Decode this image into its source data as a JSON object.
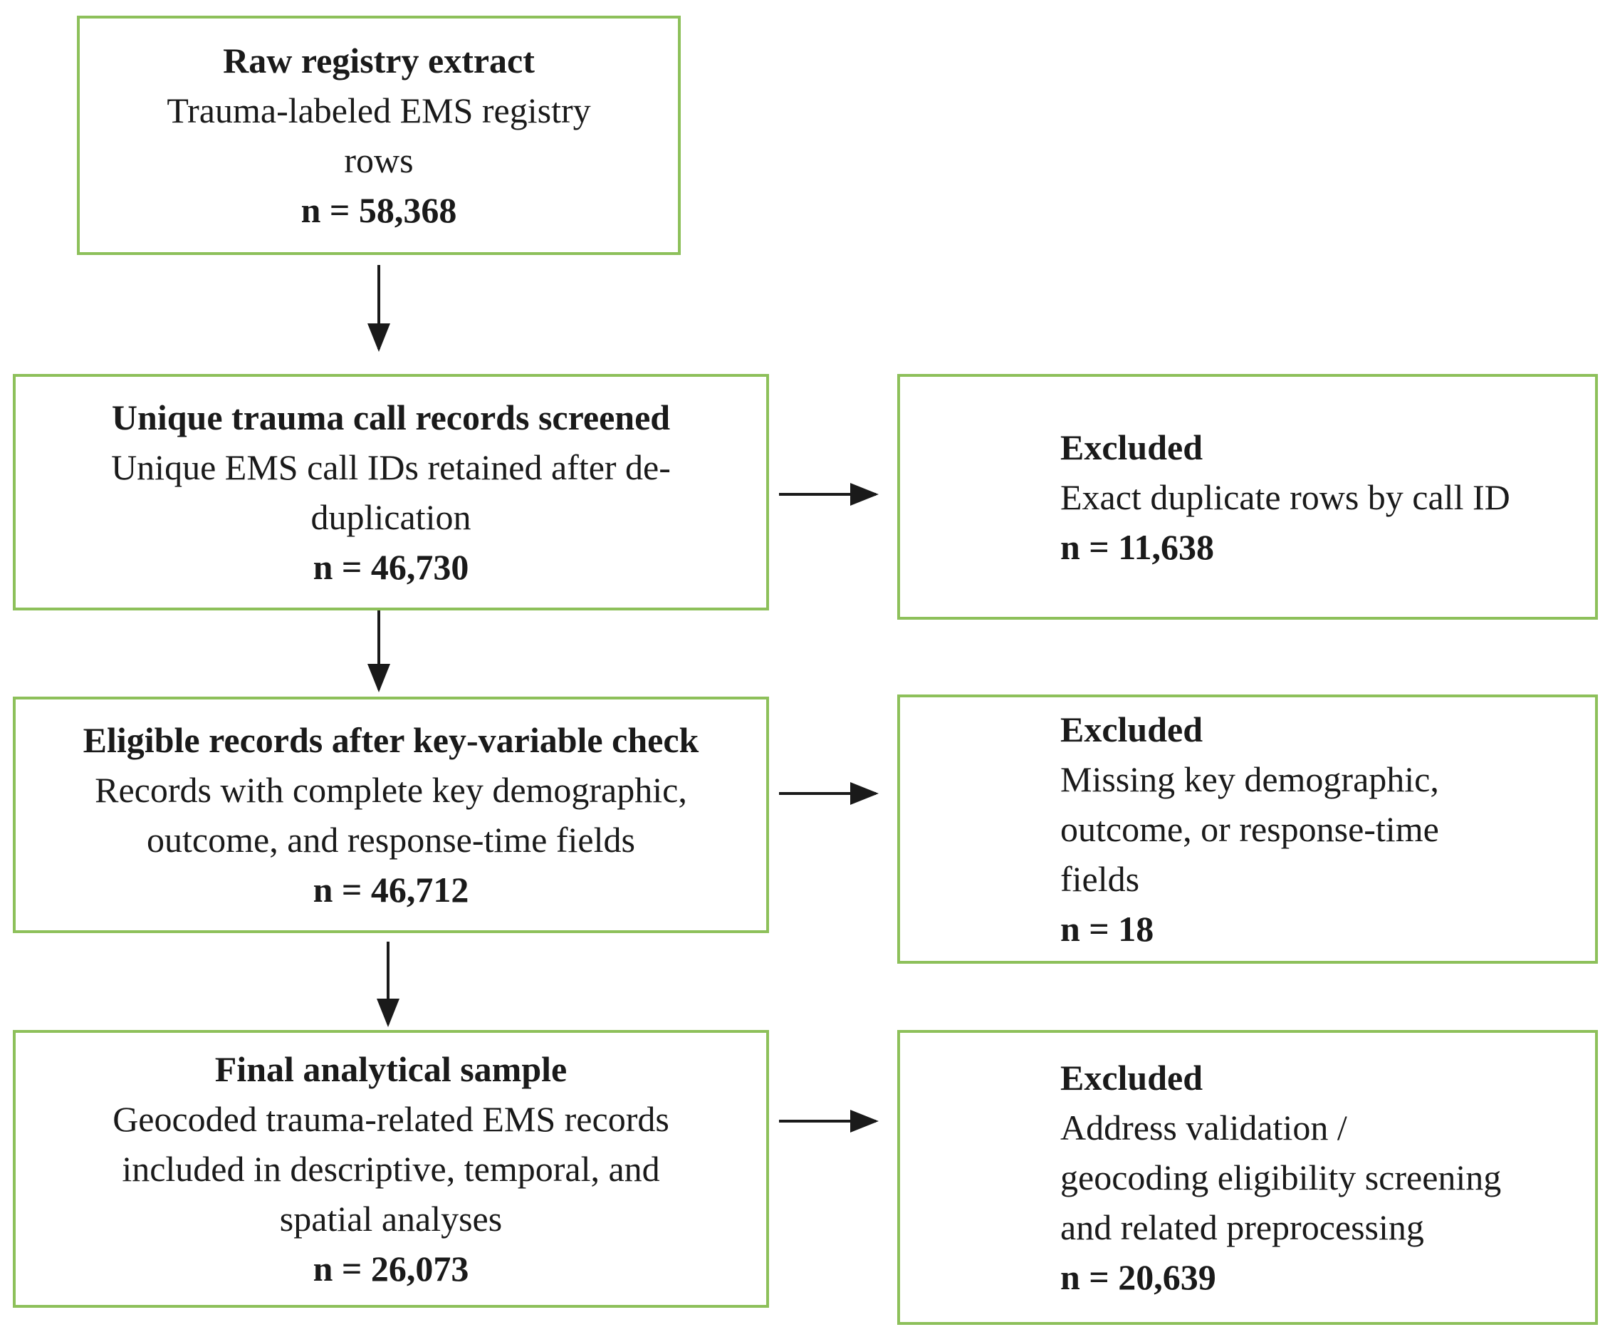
{
  "diagram": {
    "main_boxes": [
      {
        "title": "Raw registry extract",
        "lines": [
          "Trauma-labeled EMS registry",
          "rows"
        ],
        "count": "n = 58,368"
      },
      {
        "title": "Unique trauma call records screened",
        "lines": [
          "Unique EMS call IDs retained after de-",
          "duplication"
        ],
        "count": "n = 46,730"
      },
      {
        "title": "Eligible records after key-variable check",
        "lines": [
          "Records with complete key demographic,",
          "outcome, and response-time fields"
        ],
        "count": "n = 46,712"
      },
      {
        "title": "Final analytical sample",
        "lines": [
          "Geocoded trauma-related EMS records",
          "included in descriptive, temporal, and",
          "spatial analyses"
        ],
        "count": "n = 26,073"
      }
    ],
    "excluded_boxes": [
      {
        "title": "Excluded",
        "lines": [
          "Exact duplicate rows by call ID"
        ],
        "count": "n = 11,638"
      },
      {
        "title": "Excluded",
        "lines": [
          "Missing key demographic,",
          "outcome, or response-time",
          "fields"
        ],
        "count": "n = 18"
      },
      {
        "title": "Excluded",
        "lines": [
          "Address validation /",
          "geocoding eligibility screening",
          "and related preprocessing"
        ],
        "count": "n = 20,639"
      }
    ],
    "colors": {
      "box_border": "#8dc05a",
      "arrow": "#1a1a1a",
      "text": "#1a1a1a"
    }
  }
}
